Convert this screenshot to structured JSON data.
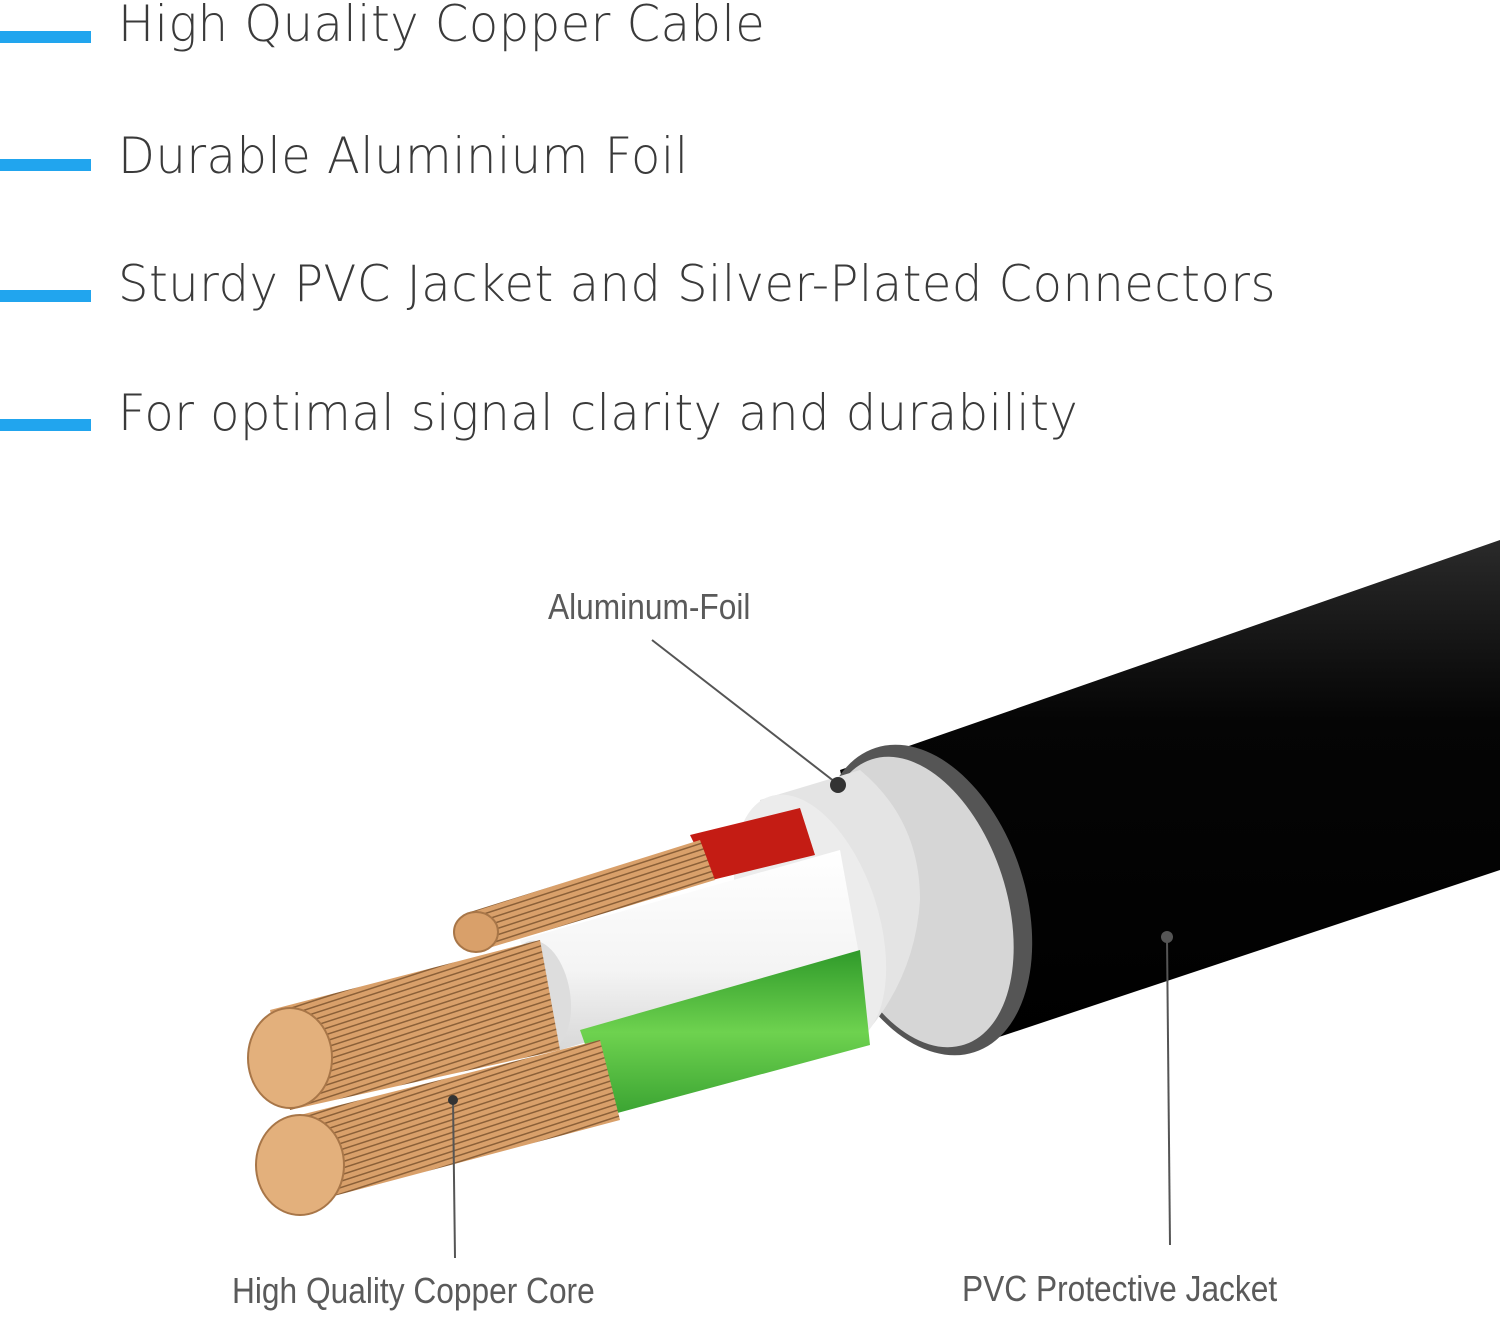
{
  "features": {
    "accent_color": "#21a5ee",
    "items": [
      {
        "label": "High Quality Copper Cable"
      },
      {
        "label": "Durable Aluminium Foil"
      },
      {
        "label": "Sturdy PVC Jacket and Silver-Plated Connectors"
      },
      {
        "label": "For optimal signal clarity and durability"
      }
    ]
  },
  "diagram": {
    "callouts": {
      "foil": "Aluminum-Foil",
      "core": "High Quality Copper Core",
      "jacket": "PVC Protective Jacket"
    },
    "colors": {
      "jacket": "#0a0a0a",
      "foil": "#dcdcdc",
      "red_insulation": "#c41c14",
      "green_insulation": "#4fb83a",
      "white_insulation": "#f2f2f2",
      "copper": "#d9a06a"
    }
  }
}
